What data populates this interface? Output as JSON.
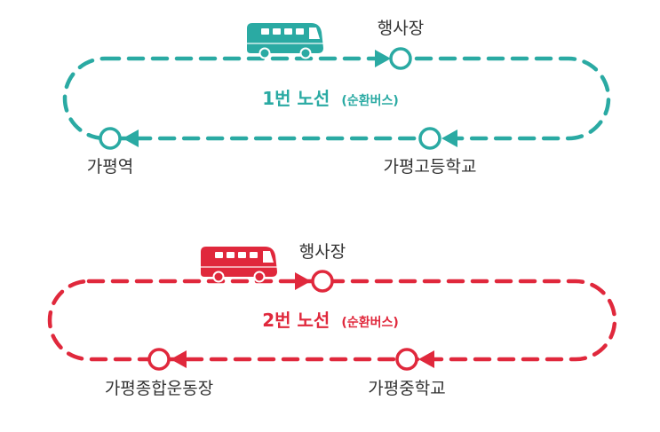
{
  "routes": [
    {
      "title": "1번 노선",
      "subtitle": "(순환버스)",
      "color": "#2aaaa3",
      "stops": {
        "top": "행사장",
        "bottom_left": "가평역",
        "bottom_right": "가평고등학교"
      }
    },
    {
      "title": "2번 노선",
      "subtitle": "(순환버스)",
      "color": "#e0283c",
      "stops": {
        "top": "행사장",
        "bottom_left": "가평종합운동장",
        "bottom_right": "가평중학교"
      }
    }
  ],
  "icons": [
    "bus-icon",
    "arrow-head-icon",
    "stop-circle-icon"
  ]
}
